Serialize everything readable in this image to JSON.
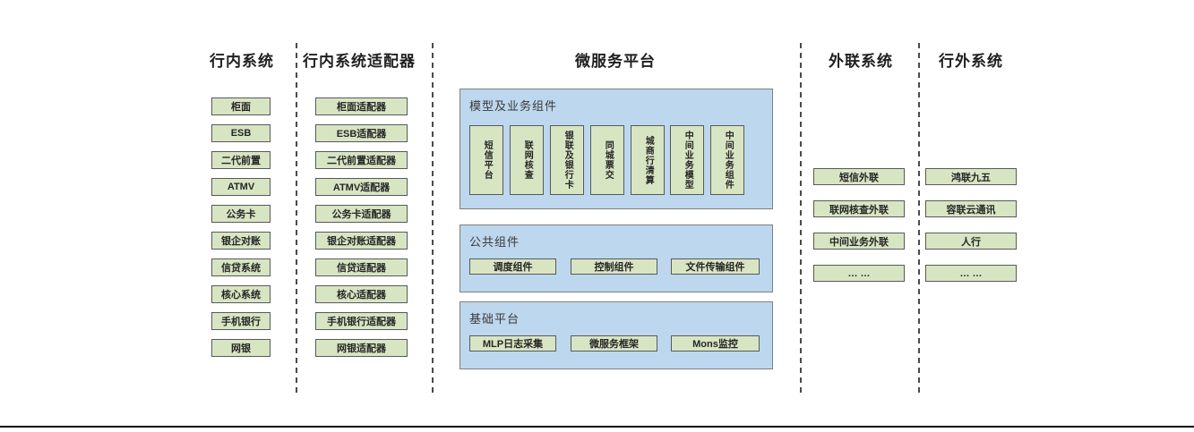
{
  "colors": {
    "box_fill": "#d8e5c3",
    "box_border": "#58595b",
    "panel_fill": "#bdd7ee",
    "panel_border": "#7f7f7f",
    "separator": "#4a4a4a",
    "bottom_rule": "#000000",
    "text": "#262626"
  },
  "columns": {
    "internal": {
      "title": "行内系统",
      "items": [
        "柜面",
        "ESB",
        "二代前置",
        "ATMV",
        "公务卡",
        "银企对账",
        "信贷系统",
        "核心系统",
        "手机银行",
        "网银"
      ]
    },
    "adapters": {
      "title": "行内系统适配器",
      "items": [
        "柜面适配器",
        "ESB适配器",
        "二代前置适配器",
        "ATMV适配器",
        "公务卡适配器",
        "银企对账适配器",
        "信贷适配器",
        "核心适配器",
        "手机银行适配器",
        "网银适配器"
      ]
    },
    "platform": {
      "title": "微服务平台",
      "panels": [
        {
          "title": "模型及业务组件",
          "items": [
            "短信平台",
            "联网核查",
            "银联及银行卡",
            "同城票交",
            "城商行清算",
            "中间业务模型",
            "中间业务组件"
          ]
        },
        {
          "title": "公共组件",
          "items": [
            "调度组件",
            "控制组件",
            "文件传输组件"
          ]
        },
        {
          "title": "基础平台",
          "items": [
            "MLP日志采集",
            "微服务框架",
            "Mons监控"
          ]
        }
      ]
    },
    "outbound": {
      "title": "外联系统",
      "items": [
        "短信外联",
        "联网核查外联",
        "中间业务外联",
        "… …"
      ]
    },
    "external": {
      "title": "行外系统",
      "items": [
        "鸿联九五",
        "容联云通讯",
        "人行",
        "… …"
      ]
    }
  }
}
